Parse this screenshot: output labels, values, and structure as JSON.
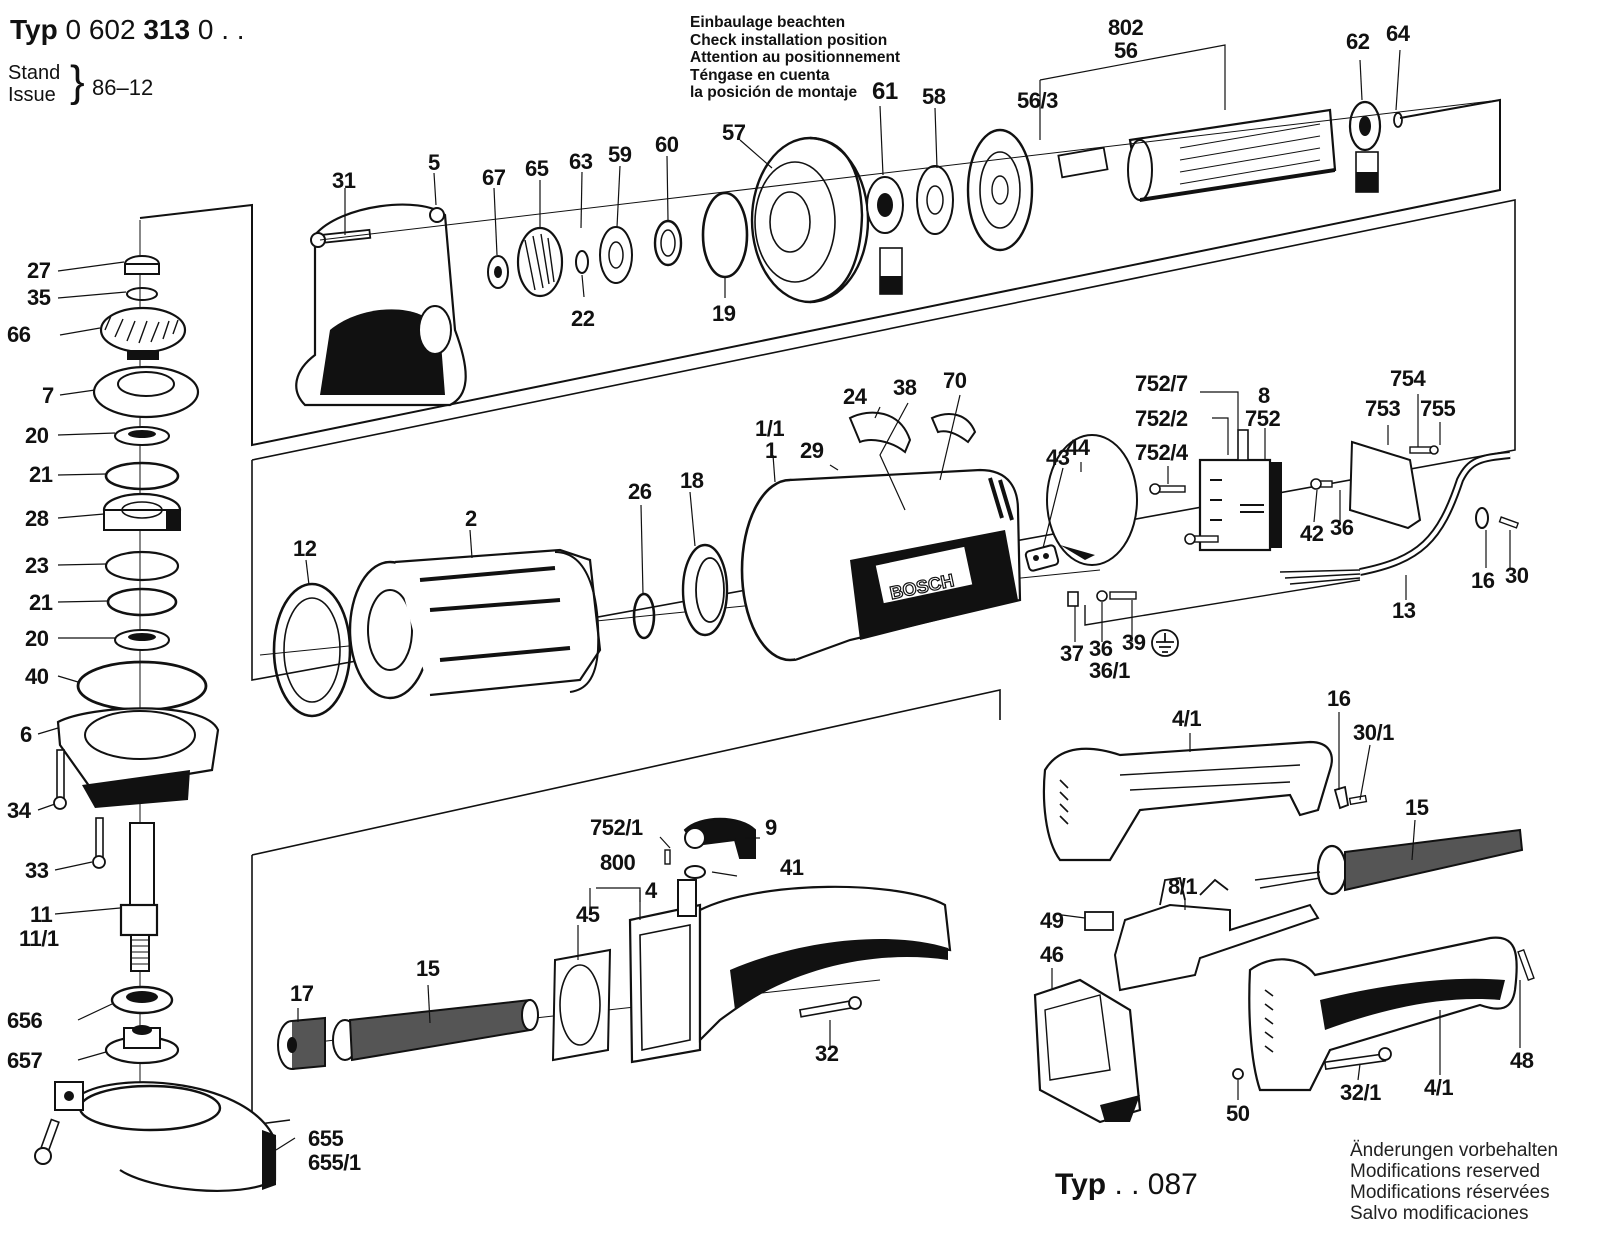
{
  "header": {
    "typ_prefix": "Typ",
    "typ_number_a": "0 602",
    "typ_number_b": "313",
    "typ_suffix": "0 . .",
    "stand_label": "Stand",
    "issue_label": "Issue",
    "brace": "}",
    "issue_date": "86–12"
  },
  "installation_notice": [
    "Einbaulage beachten",
    "Check installation position",
    "Attention au positionnement",
    "Téngase en cuenta",
    "la posición de montaje"
  ],
  "variant_type": {
    "prefix": "Typ",
    "number": ". . 087"
  },
  "modifications_notice": [
    "Änderungen vorbehalten",
    "Modifications reserved",
    "Modifications réservées",
    "Salvo modificaciones"
  ],
  "brand_marking": "BOSCH",
  "ground_symbol": "earth-ground",
  "part_labels": {
    "p61": "61",
    "p58": "58",
    "p802": "802",
    "p56": "56",
    "p56_3": "56/3",
    "p62": "62",
    "p64": "64",
    "p31": "31",
    "p5": "5",
    "p67": "67",
    "p65": "65",
    "p63": "63",
    "p59": "59",
    "p60": "60",
    "p57": "57",
    "p22": "22",
    "p19": "19",
    "p27": "27",
    "p35": "35",
    "p66": "66",
    "p7": "7",
    "p20a": "20",
    "p21a": "21",
    "p28": "28",
    "p23": "23",
    "p21b": "21",
    "p20b": "20",
    "p40": "40",
    "p6": "6",
    "p34": "34",
    "p33": "33",
    "p11": "11",
    "p11_1": "11/1",
    "p656": "656",
    "p657": "657",
    "p655": "655",
    "p655_1": "655/1",
    "p12": "12",
    "p2": "2",
    "p26": "26",
    "p18": "18",
    "p1_1": "1/1",
    "p1": "1",
    "p29": "29",
    "p24": "24",
    "p38": "38",
    "p70": "70",
    "p43": "43",
    "p44": "44",
    "p37": "37",
    "p36a": "36",
    "p36_1": "36/1",
    "p39": "39",
    "p752_7": "752/7",
    "p752_2": "752/2",
    "p752_4": "752/4",
    "p8": "8",
    "p752": "752",
    "p753": "753",
    "p754": "754",
    "p755": "755",
    "p42": "42",
    "p36b": "36",
    "p16a": "16",
    "p30": "30",
    "p13": "13",
    "p752_1": "752/1",
    "p9": "9",
    "p800": "800",
    "p4": "4",
    "p41": "41",
    "p45": "45",
    "p15a": "15",
    "p17": "17",
    "p32": "32",
    "p4_1a": "4/1",
    "p16b": "16",
    "p30_1": "30/1",
    "p15b": "15",
    "p8_1": "8/1",
    "p49": "49",
    "p46": "46",
    "p4_1b": "4/1",
    "p32_1": "32/1",
    "p48": "48",
    "p50": "50"
  }
}
